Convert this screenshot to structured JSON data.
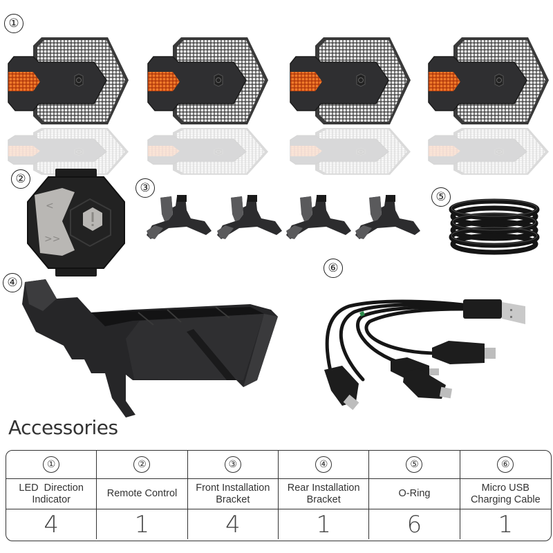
{
  "markers": {
    "m1": "①",
    "m2": "②",
    "m3": "③",
    "m4": "④",
    "m5": "⑤",
    "m6": "⑥"
  },
  "colors": {
    "amber": "#e8641f",
    "body_dark": "#2f2f31",
    "lens_white": "#e8e8e8",
    "table_border": "#333333",
    "text": "#333333"
  },
  "heading": "Accessories",
  "table": {
    "columns": [
      {
        "marker": "①",
        "name_line1": "LED  Direction",
        "name_line2": "Indicator",
        "qty": "4"
      },
      {
        "marker": "②",
        "name_line1": "Remote Control",
        "name_line2": "",
        "qty": "1"
      },
      {
        "marker": "③",
        "name_line1": "Front Installation",
        "name_line2": "Bracket",
        "qty": "4"
      },
      {
        "marker": "④",
        "name_line1": "Rear Installation",
        "name_line2": "Bracket",
        "qty": "1"
      },
      {
        "marker": "⑤",
        "name_line1": "O-Ring",
        "name_line2": "",
        "qty": "6"
      },
      {
        "marker": "⑥",
        "name_line1": "Micro USB",
        "name_line2": "Charging Cable",
        "qty": "1"
      }
    ]
  }
}
